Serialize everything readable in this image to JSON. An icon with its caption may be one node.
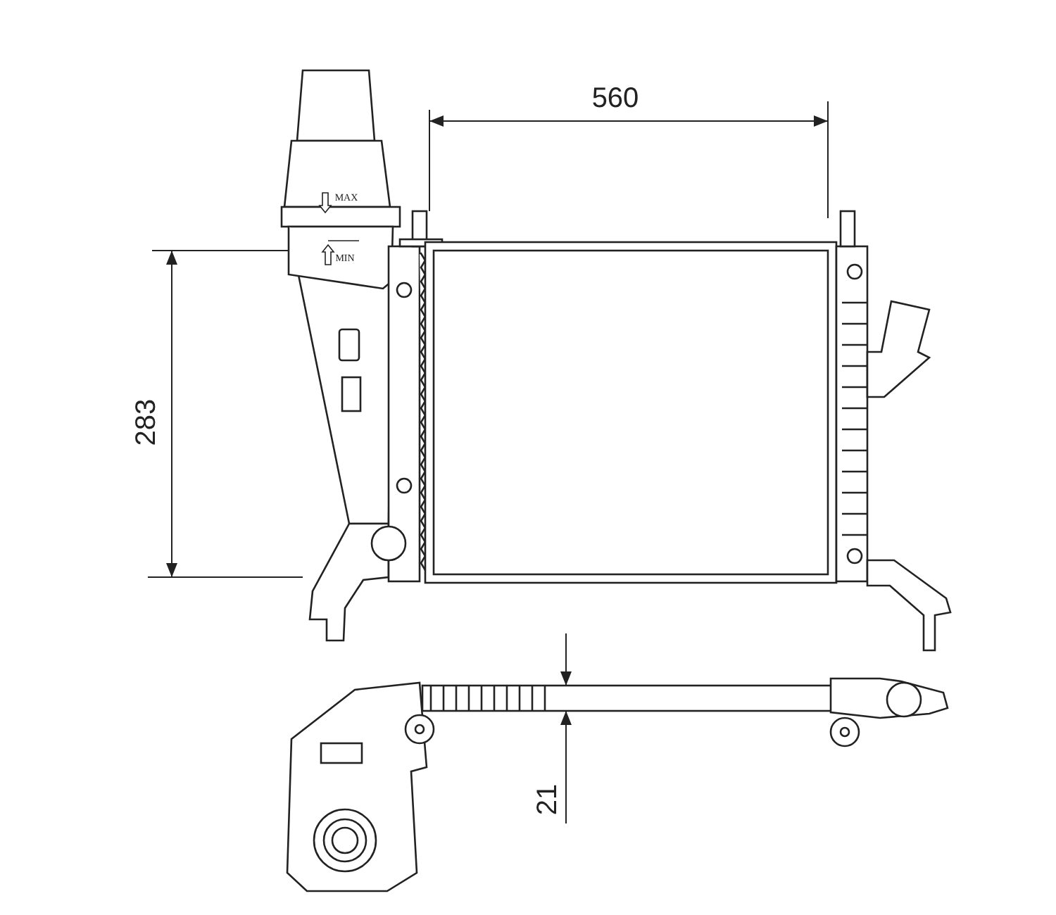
{
  "diagram": {
    "labels": [
      "560",
      "MAX",
      "MIN",
      "283",
      "21"
    ]
  }
}
